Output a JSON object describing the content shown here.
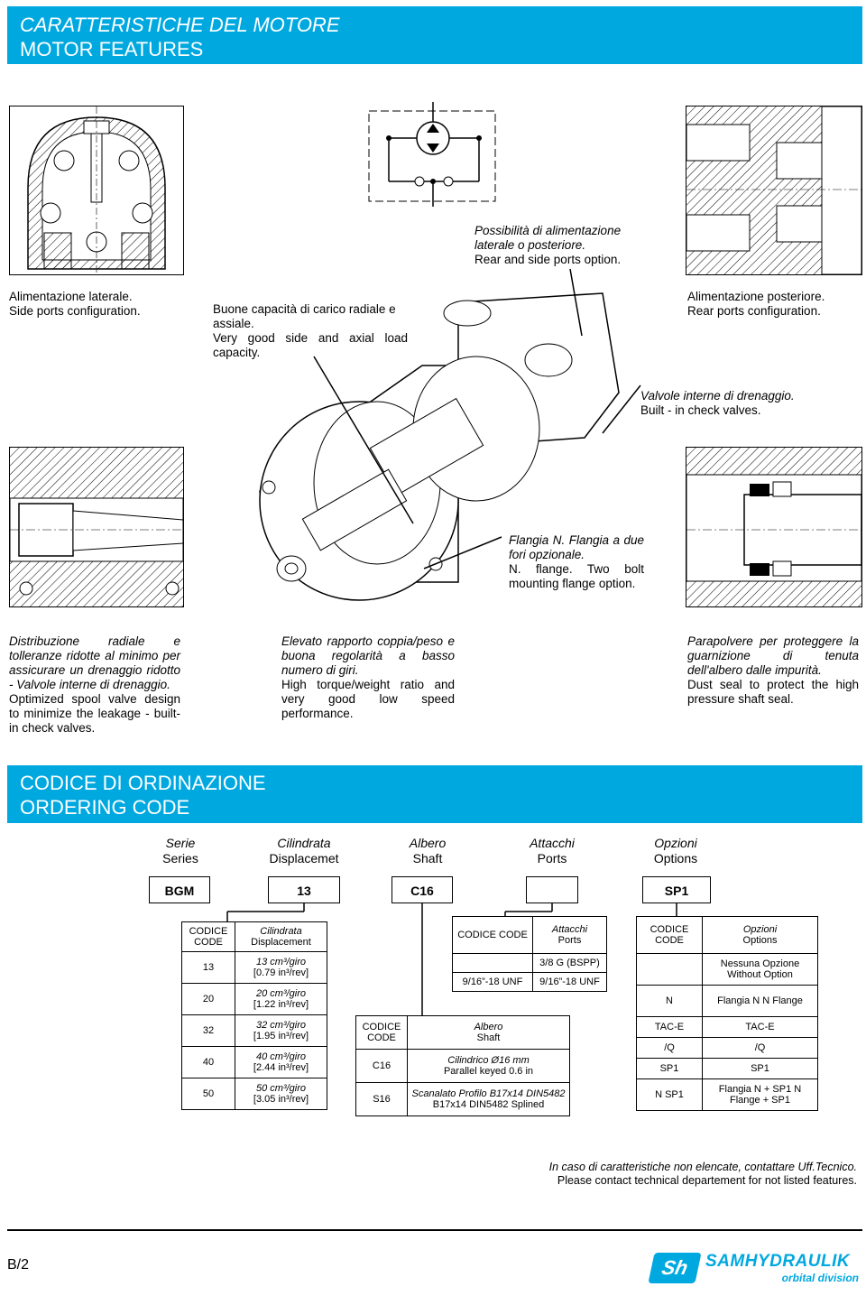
{
  "header": {
    "title_it": "CARATTERISTICHE DEL MOTORE",
    "title_en": "MOTOR FEATURES"
  },
  "captions": {
    "side_ports": {
      "it": "Alimentazione laterale.",
      "en": "Side ports configuration."
    },
    "radial_load": {
      "it": "Buone capacità di carico radiale e assiale.",
      "en": "Very good side and axial load capacity."
    },
    "ports_option": {
      "it": "Possibilità di alimentazione laterale o posteriore.",
      "en": "Rear and side ports option."
    },
    "rear_ports": {
      "it": "Alimentazione posteriore.",
      "en": "Rear ports configuration."
    },
    "check_valves": {
      "it": "Valvole interne di drenaggio.",
      "en": "Built - in check valves."
    },
    "flange": {
      "it": "Flangia N. Flangia a due fori opzionale.",
      "en": "N. flange. Two bolt mounting flange option."
    },
    "spool": {
      "it": "Distribuzione radiale e tolleranze ridotte al minimo per assicurare un drenaggio ridotto - Valvole interne di drenaggio.",
      "en": "Optimized spool valve design to minimize the leakage - built-in check valves."
    },
    "torque": {
      "it": "Elevato rapporto coppia/peso e buona regolarità a basso numero di giri.",
      "en": "High torque/weight ratio and very good low speed performance."
    },
    "dust_seal": {
      "it": "Parapolvere per proteggere la guarnizione di tenuta dell'albero dalle impurità.",
      "en": "Dust seal to protect the high pressure shaft seal."
    }
  },
  "ordering": {
    "title_it": "CODICE DI ORDINAZIONE",
    "title_en": "ORDERING CODE",
    "headers": [
      {
        "it": "Serie",
        "en": "Series"
      },
      {
        "it": "Cilindrata",
        "en": "Displacemet"
      },
      {
        "it": "Albero",
        "en": "Shaft"
      },
      {
        "it": "Attacchi",
        "en": "Ports"
      },
      {
        "it": "Opzioni",
        "en": "Options"
      }
    ],
    "code_boxes": [
      "BGM",
      "13",
      "C16",
      "",
      "SP1"
    ]
  },
  "displacement_table": {
    "head_code": "CODICE CODE",
    "head_it": "Cilindrata",
    "head_en": "Displacement",
    "rows": [
      {
        "code": "13",
        "cc": "13 cm³/giro",
        "in": "[0.79 in³/rev]"
      },
      {
        "code": "20",
        "cc": "20 cm³/giro",
        "in": "[1.22 in³/rev]"
      },
      {
        "code": "32",
        "cc": "32 cm³/giro",
        "in": "[1.95 in³/rev]"
      },
      {
        "code": "40",
        "cc": "40 cm³/giro",
        "in": "[2.44 in³/rev]"
      },
      {
        "code": "50",
        "cc": "50 cm³/giro",
        "in": "[3.05 in³/rev]"
      }
    ]
  },
  "ports_table": {
    "head_code": "CODICE CODE",
    "head_it": "Attacchi",
    "head_en": "Ports",
    "rows": [
      {
        "code": "",
        "desc": "3/8 G (BSPP)"
      },
      {
        "code": "9/16”-18 UNF",
        "desc": "9/16”-18 UNF"
      }
    ]
  },
  "shaft_table": {
    "head_code": "CODICE CODE",
    "head_it": "Albero",
    "head_en": "Shaft",
    "rows": [
      {
        "code": "C16",
        "desc_it": "Cilindrico Ø16 mm",
        "desc_en": "Parallel keyed 0.6 in"
      },
      {
        "code": "S16",
        "desc_it": "Scanalato Profilo B17x14 DIN5482",
        "desc_en": "B17x14 DIN5482 Splined"
      }
    ]
  },
  "options_table": {
    "head_code": "CODICE CODE",
    "head_it": "Opzioni",
    "head_en": "Options",
    "rows": [
      {
        "code": "",
        "desc": "Nessuna Opzione Without Option"
      },
      {
        "code": "N",
        "desc": "Flangia N N Flange"
      },
      {
        "code": "TAC-E",
        "desc": "TAC-E"
      },
      {
        "code": "/Q",
        "desc": "/Q"
      },
      {
        "code": "SP1",
        "desc": "SP1"
      },
      {
        "code": "N SP1",
        "desc": "Flangia N + SP1 N Flange + SP1"
      }
    ]
  },
  "footnote": {
    "it": "In caso di caratteristiche non elencate, contattare Uff.Tecnico.",
    "en": "Please contact technical departement for not listed features."
  },
  "footer": {
    "page": "B/2",
    "brand": "SAMHYDRAULIK",
    "logo_text": "Sh",
    "tagline": "orbital division"
  },
  "colors": {
    "accent": "#00a8e0",
    "white": "#ffffff",
    "ink": "#000000"
  }
}
